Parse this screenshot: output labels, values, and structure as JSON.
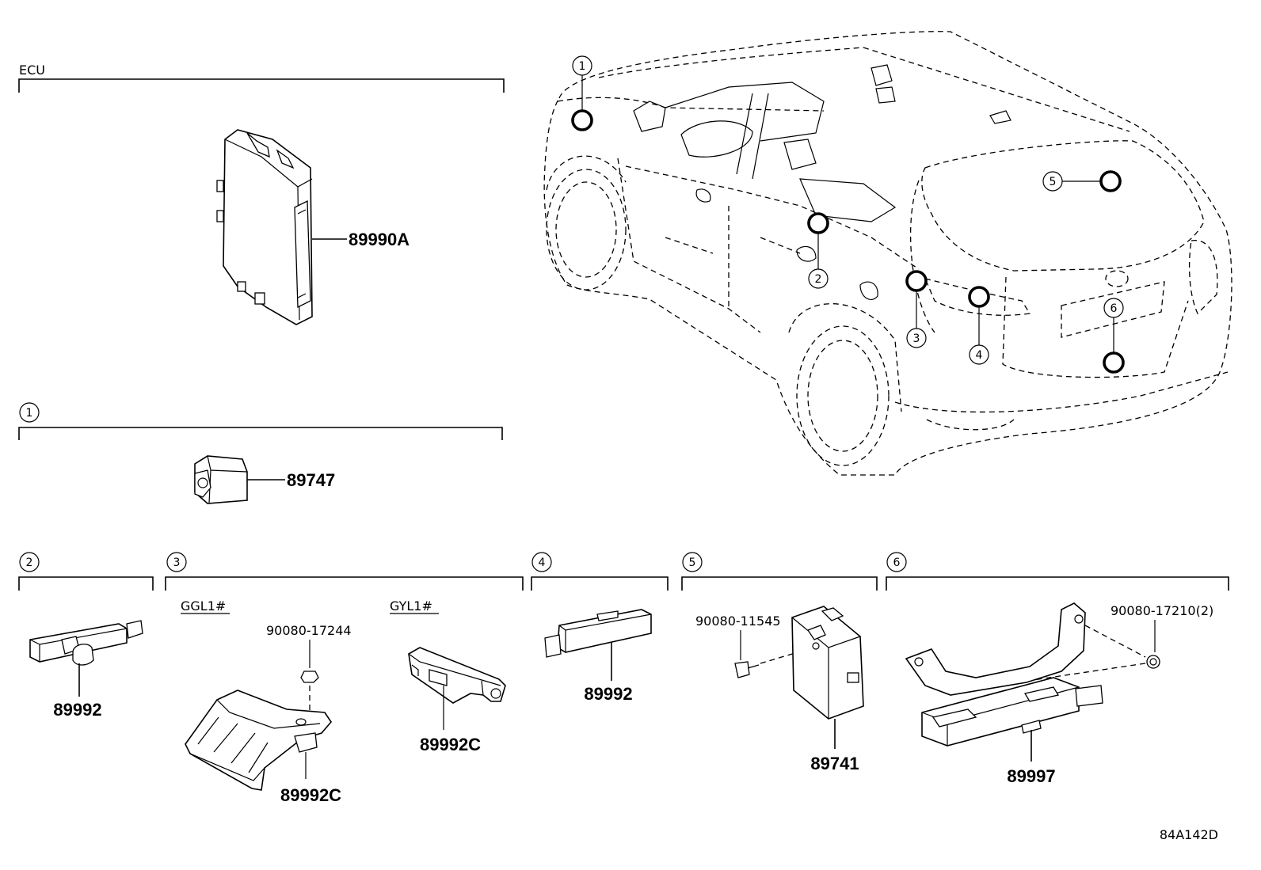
{
  "sections": {
    "ecu": {
      "label": "ECU",
      "part_no": "89990A"
    },
    "s1": {
      "num": "1",
      "part_no": "89747"
    },
    "s2": {
      "num": "2",
      "part_no": "89992"
    },
    "s3": {
      "num": "3",
      "sub_a": "GGL1#",
      "sub_b": "GYL1#",
      "bolt_no": "90080-17244",
      "part_no_a": "89992C",
      "part_no_b": "89992C"
    },
    "s4": {
      "num": "4",
      "part_no": "89992"
    },
    "s5": {
      "num": "5",
      "bolt_no": "90080-11545",
      "part_no": "89741"
    },
    "s6": {
      "num": "6",
      "bolt_no": "90080-17210(2)",
      "part_no": "89997"
    }
  },
  "vehicle_callouts": [
    "1",
    "2",
    "3",
    "4",
    "5",
    "6"
  ],
  "diagram_code": "84A142D"
}
